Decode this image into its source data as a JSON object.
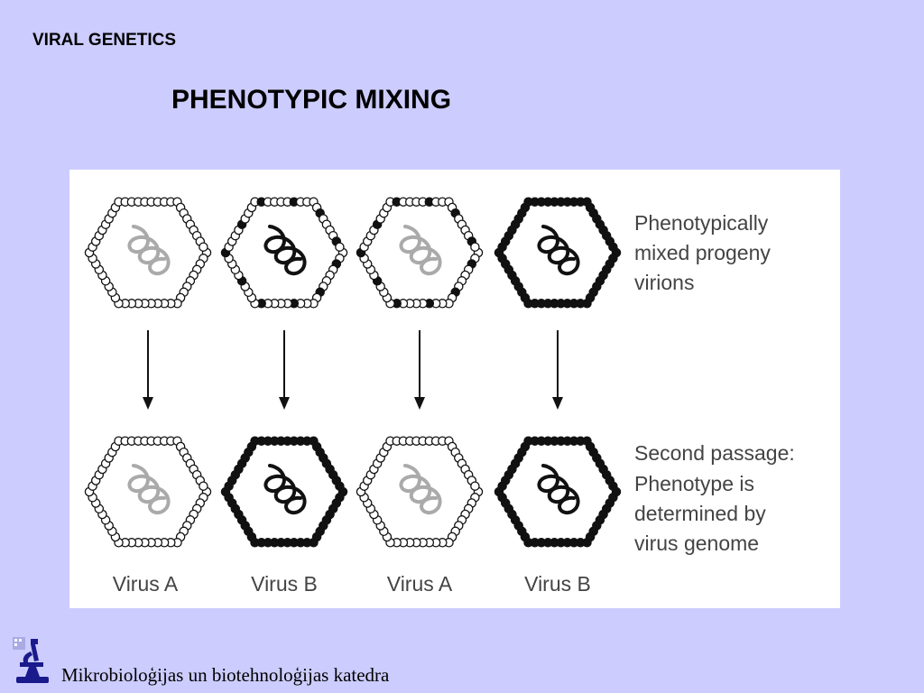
{
  "header": {
    "course_title": "VIRAL GENETICS"
  },
  "slide": {
    "title": "PHENOTYPIC MIXING"
  },
  "figure": {
    "top_caption": [
      "Phenotypically",
      "mixed progeny",
      "virions"
    ],
    "bottom_caption": [
      "Second passage:",
      "Phenotype is",
      "determined by",
      "virus genome"
    ],
    "labels": [
      "Virus A",
      "Virus B",
      "Virus A",
      "Virus B"
    ],
    "progeny_row": [
      {
        "genome": "A",
        "capsid": "all-A"
      },
      {
        "genome": "B",
        "capsid": "mixed"
      },
      {
        "genome": "A",
        "capsid": "mixed"
      },
      {
        "genome": "B",
        "capsid": "all-B"
      }
    ],
    "passage_row": [
      {
        "genome": "A",
        "capsid": "all-A"
      },
      {
        "genome": "B",
        "capsid": "all-B"
      },
      {
        "genome": "A",
        "capsid": "all-A"
      },
      {
        "genome": "B",
        "capsid": "all-B"
      }
    ],
    "colors": {
      "genome_A": "#aaaaaa",
      "genome_B": "#111111",
      "subunit_A_fill": "#ffffff",
      "subunit_B_fill": "#111111"
    }
  },
  "footer": {
    "department": "Mikrobioloģijas un biotehnoloģijas katedra",
    "logo_icon": "microscope-icon"
  }
}
